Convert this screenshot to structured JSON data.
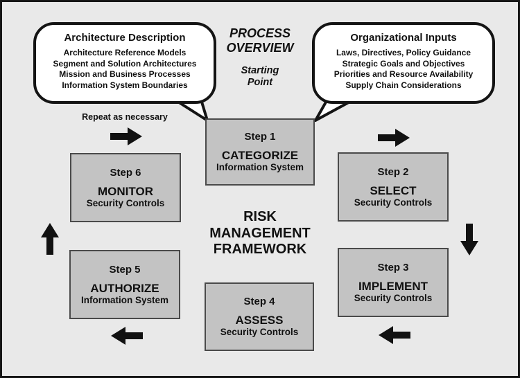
{
  "colors": {
    "background": "#e9e9e9",
    "box_fill": "#c3c3c3",
    "bubble_fill": "#ffffff",
    "arrow": "#111111"
  },
  "overview": {
    "title_line1": "PROCESS",
    "title_line2": "OVERVIEW",
    "subtitle_line1": "Starting",
    "subtitle_line2": "Point"
  },
  "repeat_note": "Repeat as necessary",
  "center_title": {
    "line1": "RISK",
    "line2": "MANAGEMENT",
    "line3": "FRAMEWORK"
  },
  "callouts": {
    "left": {
      "title": "Architecture Description",
      "lines": [
        "Architecture Reference Models",
        "Segment and Solution Architectures",
        "Mission and Business Processes",
        "Information System Boundaries"
      ]
    },
    "right": {
      "title": "Organizational Inputs",
      "lines": [
        "Laws, Directives, Policy Guidance",
        "Strategic Goals and Objectives",
        "Priorities and Resource Availability",
        "Supply Chain Considerations"
      ]
    }
  },
  "steps": [
    {
      "label": "Step 1",
      "action": "CATEGORIZE",
      "object": "Information System"
    },
    {
      "label": "Step 2",
      "action": "SELECT",
      "object": "Security Controls"
    },
    {
      "label": "Step 3",
      "action": "IMPLEMENT",
      "object": "Security Controls"
    },
    {
      "label": "Step 4",
      "action": "ASSESS",
      "object": "Security Controls"
    },
    {
      "label": "Step 5",
      "action": "AUTHORIZE",
      "object": "Information System"
    },
    {
      "label": "Step 6",
      "action": "MONITOR",
      "object": "Security Controls"
    }
  ]
}
